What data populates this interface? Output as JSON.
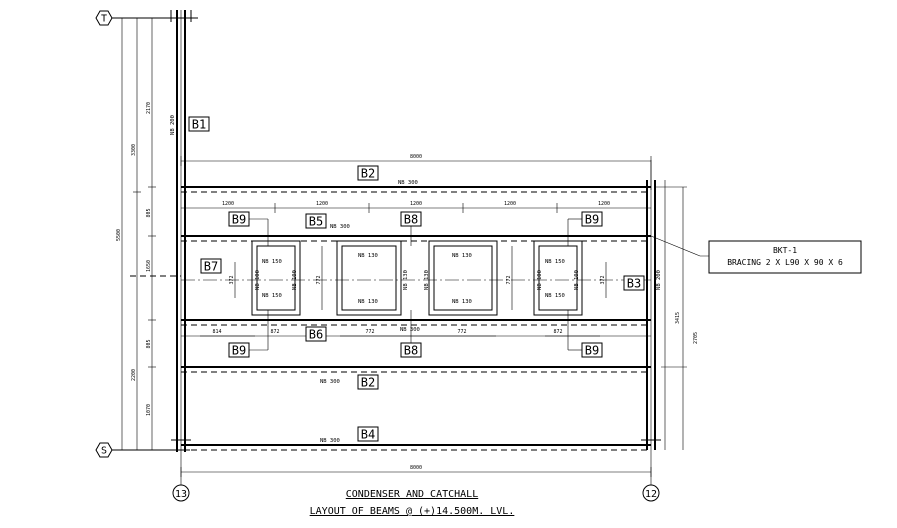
{
  "grid": {
    "top": "T",
    "bottom": "S",
    "left": "13",
    "right": "12"
  },
  "beams": {
    "b1": "B1",
    "b2_top": "B2",
    "b2_bottom": "B2",
    "b3": "B3",
    "b4": "B4",
    "b5": "B5",
    "b6": "B6",
    "b7": "B7",
    "b8_top": "B8",
    "b8_bottom": "B8",
    "b9_tl": "B9",
    "b9_tr": "B9",
    "b9_bl": "B9",
    "b9_br": "B9"
  },
  "sections": {
    "nb200_col": "NB 200",
    "nb300_b2_top": "NB 300",
    "nb300_b5": "NB 300",
    "nb300_b6": "NB 300",
    "nb300_b2_bottom": "NB 300",
    "nb300_b4": "NB 300",
    "nb200_right": "NB 200",
    "nb150_1": "NB 150",
    "nb150_2": "NB 150",
    "nb150_3": "NB 150",
    "nb150_4": "NB 150",
    "nb130_1": "NB 130",
    "nb130_2": "NB 130",
    "nb130_3": "NB 130",
    "nb130_4": "NB 130",
    "nb100_1": "NB 100",
    "nb100_2": "NB 100",
    "nb100_3": "NB 100",
    "nb100_4": "NB 100",
    "nb130_v1": "NB 130",
    "nb130_v2": "NB 130"
  },
  "dimensions": {
    "top_span": "8000",
    "bottom_span": "8000",
    "d1200_1": "1200",
    "d1200_2": "1200",
    "d1200_3": "1200",
    "d1200_4": "1200",
    "d1200_5": "1200",
    "d814": "814",
    "d872_l": "872",
    "d772_l": "772",
    "d772_r": "772",
    "d872_r": "872",
    "left_5500": "5500",
    "left_3300": "3300",
    "left_2170": "2170",
    "left_805_top": "805",
    "left_1650": "1650",
    "left_805_bot": "805",
    "left_2200": "2200",
    "left_1070": "1070",
    "right_2705": "2705",
    "right_3415": "3415",
    "v772_1": "772",
    "v772_2": "772",
    "v372_1": "372",
    "v372_2": "372"
  },
  "callout": {
    "line1": "BKT-1",
    "line2": "BRACING 2 X L90 X 90 X 6"
  },
  "title": {
    "line1": "CONDENSER AND CATCHALL",
    "line2": "LAYOUT OF BEAMS @ (+)14.500M. LVL."
  }
}
